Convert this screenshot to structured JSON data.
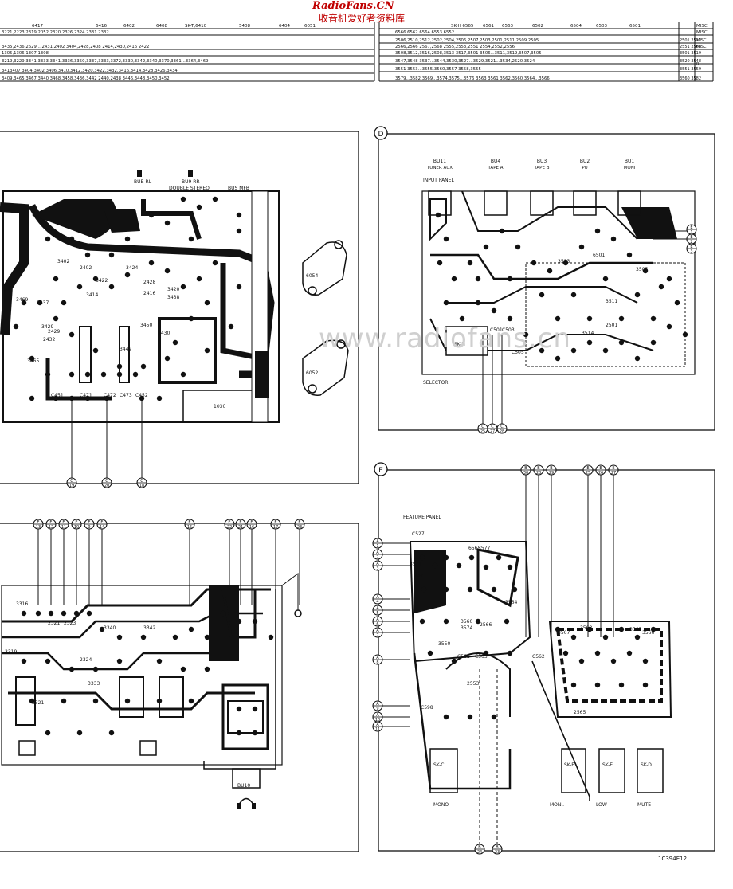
{
  "header": {
    "brand": "RadioFans.CN",
    "brand_cn": "收音机爱好者资料库",
    "watermark": "www.radiofans.cn"
  },
  "parts_table": {
    "left_top_codes": [
      "6417",
      "6416",
      "6402",
      "6408",
      "SK-T,6410",
      "5408",
      "6404",
      "6051"
    ],
    "left_rows": [
      "3221,2223,2319   2052  2320,2326,2324   2331   2332",
      "3435,2436,2629,...2431,2402   3404,2428,2408   2414,2430,2416   2422",
      "1305,1306   1307,1308",
      "3219,3229,3341,3333,3341,3336,3350,3337,3333,3372,3330,3342,3340,3370,3361...3364,3469",
      "3413407  3404   3402,3406,3410,3412,3420,3422,3432,3416,3414,3428,3426,3434",
      "3409,3465,3467   3440  3468,3458,3436,3442   2440,2438   3446,3448,3450,3452"
    ],
    "right_top_codes": [
      "SK-H 6565",
      "6561",
      "6563",
      "6502",
      "6504",
      "6503",
      "6501"
    ],
    "right_rows": [
      "6566  6562  6564   6553   6552",
      "2506,2510,2512,2502,2504,2506,2507,2503,2501,2511,2509,2505",
      "2566,2566   2567,2568   2555,2553,2551   2554,2552,2556",
      "3508,3512,3516,2508,3513  3517,3501  3506...3511,3519,3507,3505",
      "3547,3548   3537...3544,3530,3527...3529,3521...3534,2520,3524",
      "3551   3553...3555,3560,3557   3558,3555",
      "3579...3582,3569...3574,3575...3576   3563  3561  3562,3560,3564...3566"
    ],
    "side_labels": [
      {
        "range": "2501 2512",
        "tag": "MISC"
      },
      {
        "range": "2551 2568",
        "tag": "MISC"
      },
      {
        "range": "3501 3519",
        "tag": ""
      },
      {
        "range": "3520 3548",
        "tag": "R"
      },
      {
        "range": "3551 3559",
        "tag": ""
      },
      {
        "range": "3560 3582",
        "tag": ""
      }
    ],
    "misc_label": "MISC"
  },
  "panel_power": {
    "labels": [
      "BUB RL",
      "BU9 RR",
      "DOUBLE STEREO",
      "BUS MFB",
      "6054",
      "6052",
      "1030",
      "C451",
      "C452",
      "C471",
      "C472",
      "C473",
      "3402",
      "3429",
      "3465",
      "3469",
      "3450",
      "3442",
      "3438",
      "3420",
      "3422",
      "3414",
      "2416",
      "2428",
      "2437",
      "2432",
      "2429",
      "3430",
      "2402",
      "3424"
    ],
    "out_pins": [
      "19",
      "20",
      "18"
    ]
  },
  "panel_tone": {
    "top_pins": [
      "13",
      "12",
      "11",
      "10",
      "9",
      "14",
      "15",
      "22",
      "21",
      "16",
      "17",
      "23"
    ],
    "labels": [
      "2321",
      "2323",
      "3319",
      "3321",
      "2324",
      "3333",
      "BU10",
      "3340",
      "3342",
      "3316"
    ]
  },
  "panel_d": {
    "letter": "D",
    "title": "INPUT PANEL",
    "jacks": [
      {
        "name": "BU11",
        "sub": "TUNER AUX"
      },
      {
        "name": "BU4",
        "sub": "TAPE A"
      },
      {
        "name": "BU3",
        "sub": "TAPE B"
      },
      {
        "name": "BU2",
        "sub": "PU"
      },
      {
        "name": "BU1",
        "sub": "MONI"
      }
    ],
    "labels": [
      "SK-H",
      "6501",
      "3505",
      "3511",
      "2501",
      "C501",
      "C503",
      "C505",
      "3513",
      "3514"
    ],
    "footer": "SELECTOR",
    "bottom_pins": [
      "25",
      "27",
      "28"
    ],
    "side_pins": [
      "1",
      "2",
      "3"
    ]
  },
  "panel_e": {
    "letter": "E",
    "title": "FEATURE PANEL",
    "top_pins": [
      "30",
      "28",
      "29",
      "25",
      "26",
      "27"
    ],
    "left_pins": [
      "1",
      "2",
      "3",
      "4",
      "5",
      "6",
      "7",
      "8",
      "9",
      "10",
      "11"
    ],
    "labels": [
      "C527",
      "6565",
      "3571",
      "3577",
      "2571",
      "3564",
      "3574",
      "3560",
      "2566",
      "2553",
      "3550",
      "C561",
      "C563",
      "C562",
      "3565",
      "3567",
      "2565",
      "C598",
      "3563",
      "3566"
    ],
    "switches": [
      "SK-C",
      "SK-F",
      "SK-E",
      "SK-D"
    ],
    "captions": [
      "MONO",
      "MONI.",
      "LOW",
      "MUTE"
    ],
    "bottom_pins": [
      "24",
      "23"
    ]
  },
  "footer": {
    "code": "1C394E12"
  }
}
